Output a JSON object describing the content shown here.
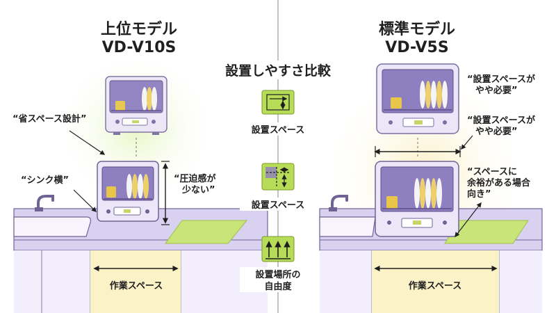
{
  "header": {
    "left_model_line1": "上位モデル",
    "left_model_line2": "VD-V10S",
    "right_model_line1": "標準モデル",
    "right_model_line2": "VD-V5S",
    "center_title": "設置しやすさ比較"
  },
  "left": {
    "callout_save_space": "“省スペース設計”",
    "callout_sink_side": "“シンク横”",
    "callout_pressure_line1": "“圧迫感が",
    "callout_pressure_line2": "少ない”",
    "work_space_label": "作業スペース"
  },
  "right": {
    "callout_top_line1": "“設置スペースが",
    "callout_top_line2": "やや必要”",
    "callout_mid_line1": "“設置スペースが",
    "callout_mid_line2": "やや必要”",
    "callout_space_line1": "“スペースに",
    "callout_space_line2": "余裕がある場合",
    "callout_space_line3": "向き”",
    "work_space_label": "作業スペース"
  },
  "comparison_items": [
    {
      "label": "設置スペース",
      "icon": "width-arrows-icon"
    },
    {
      "label": "設置スペース",
      "icon": "corner-arrows-icon"
    },
    {
      "label_line1": "設置場所の",
      "label_line2": "自由度",
      "icon": "up-arrows-icon"
    }
  ],
  "colors": {
    "accent_green": "#b7dc57",
    "purple_light": "#ddd6f2",
    "purple_dark": "#5e4f86",
    "glow_green": "#eef7cf",
    "glow_yellow": "#fbf1c7"
  }
}
